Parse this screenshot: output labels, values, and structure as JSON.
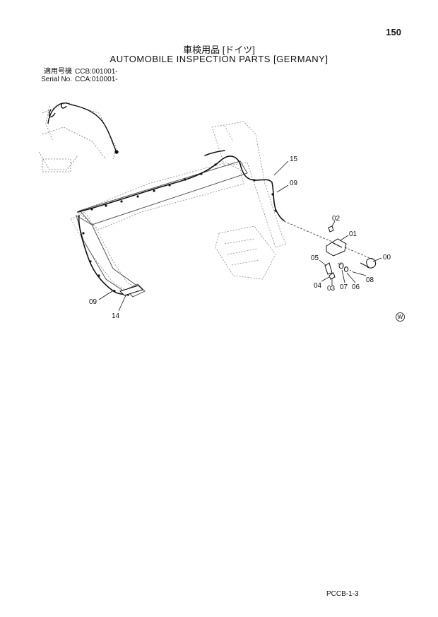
{
  "page_number": "150",
  "title_jp": "車検用品 [ドイツ]",
  "title_en": "AUTOMOBILE INSPECTION PARTS [GERMANY]",
  "serial": {
    "rows": [
      {
        "label": "適用号機",
        "value": "CCB:001001-"
      },
      {
        "label": "Serial No.",
        "value": "CCA:010001-"
      }
    ]
  },
  "callouts": {
    "c15": "15",
    "c09a": "09",
    "c02": "02",
    "c01": "01",
    "c00": "00",
    "c05": "05",
    "c04": "04",
    "c03": "03",
    "c07": "07",
    "c06": "06",
    "c08": "08",
    "c09b": "09",
    "c14": "14"
  },
  "mark": "W",
  "footer_code": "PCCB-1-3"
}
